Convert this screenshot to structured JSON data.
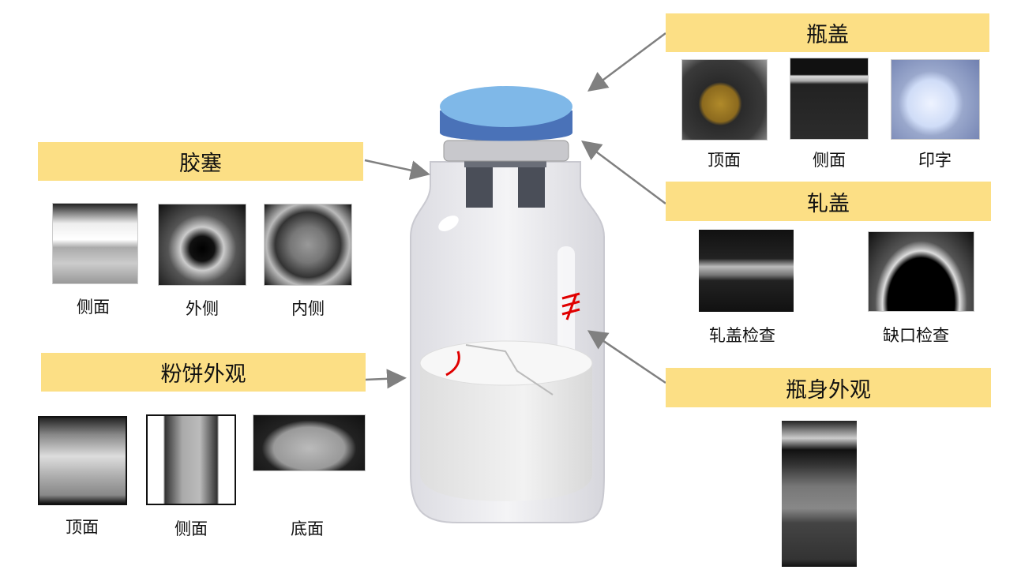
{
  "sections": {
    "cap": {
      "title": "瓶盖",
      "images": [
        "顶面",
        "侧面",
        "印字"
      ]
    },
    "crimp": {
      "title": "轧盖",
      "images": [
        "轧盖检查",
        "缺口检查"
      ]
    },
    "body": {
      "title": "瓶身外观"
    },
    "stopper": {
      "title": "胶塞",
      "images": [
        "侧面",
        "外侧",
        "内侧"
      ]
    },
    "cake": {
      "title": "粉饼外观",
      "images": [
        "顶面",
        "侧面",
        "底面"
      ]
    }
  },
  "colors": {
    "header": "#FCDF85",
    "cap_top": "#7FB8E8",
    "cap_side": "#4A72B8",
    "defect": "#E00000",
    "arrow": "#808080"
  }
}
